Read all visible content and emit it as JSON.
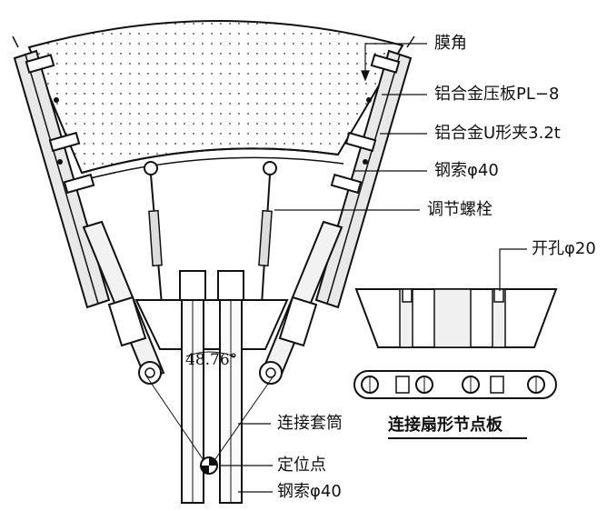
{
  "labels": {
    "membrane_corner": "膜角",
    "al_plate": "铝合金压板PL−8",
    "al_u_clamp": "铝合金U形夹3.2t",
    "cable_top": "钢索φ40",
    "adjust_bolt": "调节螺栓",
    "hole": "开孔φ20",
    "sleeve": "连接套筒",
    "node_plate_title": "连接扇形节点板",
    "locate_point": "定位点",
    "cable_bottom": "钢索φ40",
    "angle": "48.76°"
  }
}
